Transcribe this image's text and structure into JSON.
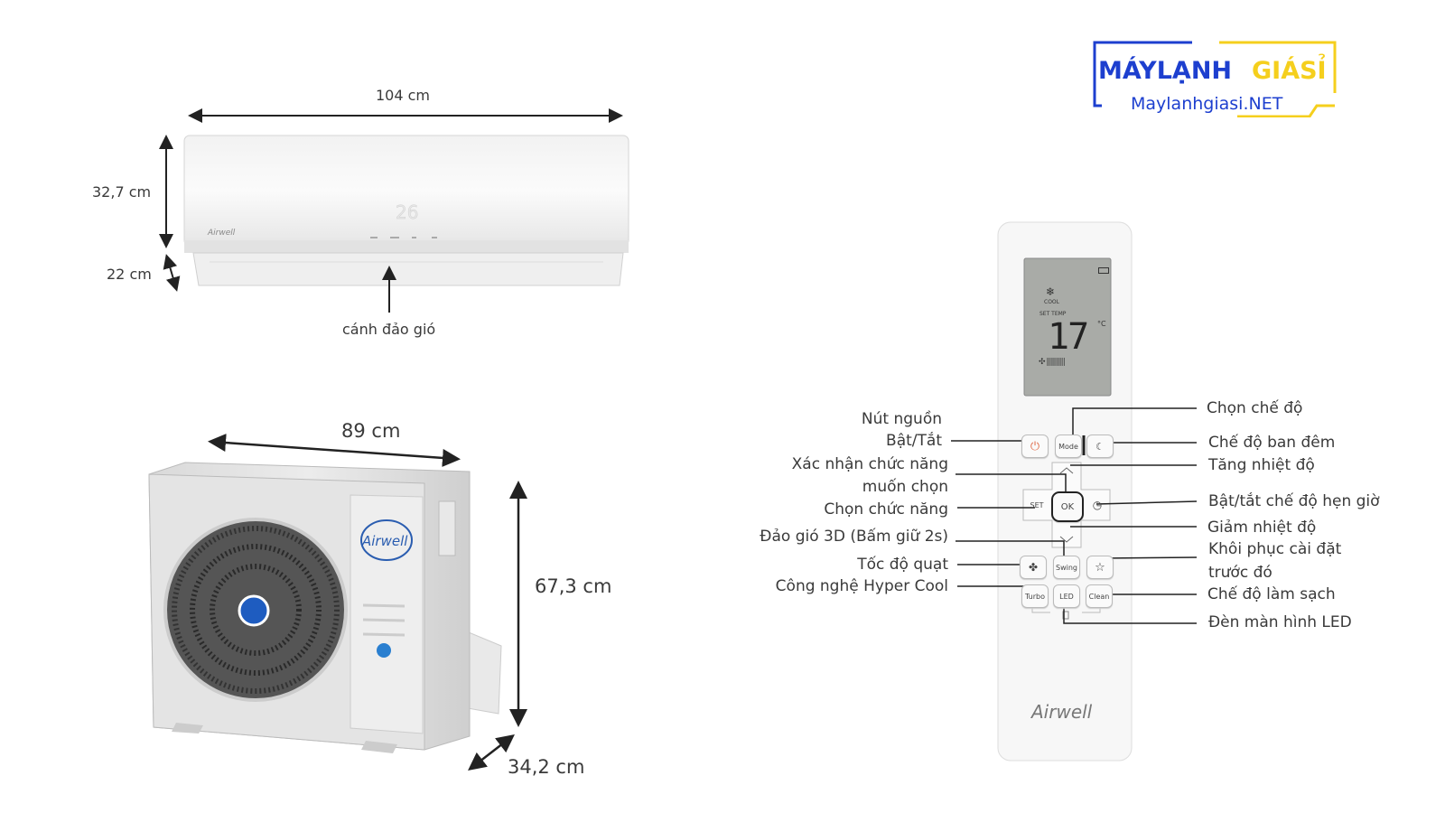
{
  "logo": {
    "brand_dark": "MÁYLẠNH",
    "brand_accent": "GIÁSỈ",
    "site": "Maylanhgiasi.NET",
    "blue": "#1d3fcf",
    "yellow": "#f5cf1d"
  },
  "indoor_unit": {
    "width_label": "104 cm",
    "height_label": "32,7 cm",
    "depth_label": "22 cm",
    "louver_label": "cánh đảo gió",
    "display_value": "26",
    "brand": "Airwell"
  },
  "outdoor_unit": {
    "width_label": "89 cm",
    "height_label": "67,3 cm",
    "depth_label": "34,2 cm",
    "brand": "Airwell"
  },
  "remote": {
    "brand": "Airwell",
    "lcd": {
      "mode": "COOL",
      "set_label": "SET TEMP",
      "temperature": "17",
      "unit": "°C"
    },
    "buttons": {
      "mode": "Mode",
      "set": "SET",
      "ok": "OK",
      "swing": "Swing",
      "turbo": "Turbo",
      "led": "LED",
      "clean": "Clean"
    },
    "left_labels": [
      "Nút nguồn",
      "Bật/Tắt",
      "Xác nhận chức năng",
      "muốn chọn",
      "Chọn chức năng",
      "Đảo gió 3D (Bấm giữ 2s)",
      "Tốc độ quạt",
      "Công nghệ Hyper Cool"
    ],
    "right_labels": [
      "Chọn chế độ",
      "Chế độ ban đêm",
      "Tăng nhiệt độ",
      "Bật/tắt chế độ hẹn giờ",
      "Giảm nhiệt độ",
      "Khôi phục cài đặt",
      "trước đó",
      "Chế độ làm sạch",
      "Đèn màn hình LED"
    ]
  }
}
